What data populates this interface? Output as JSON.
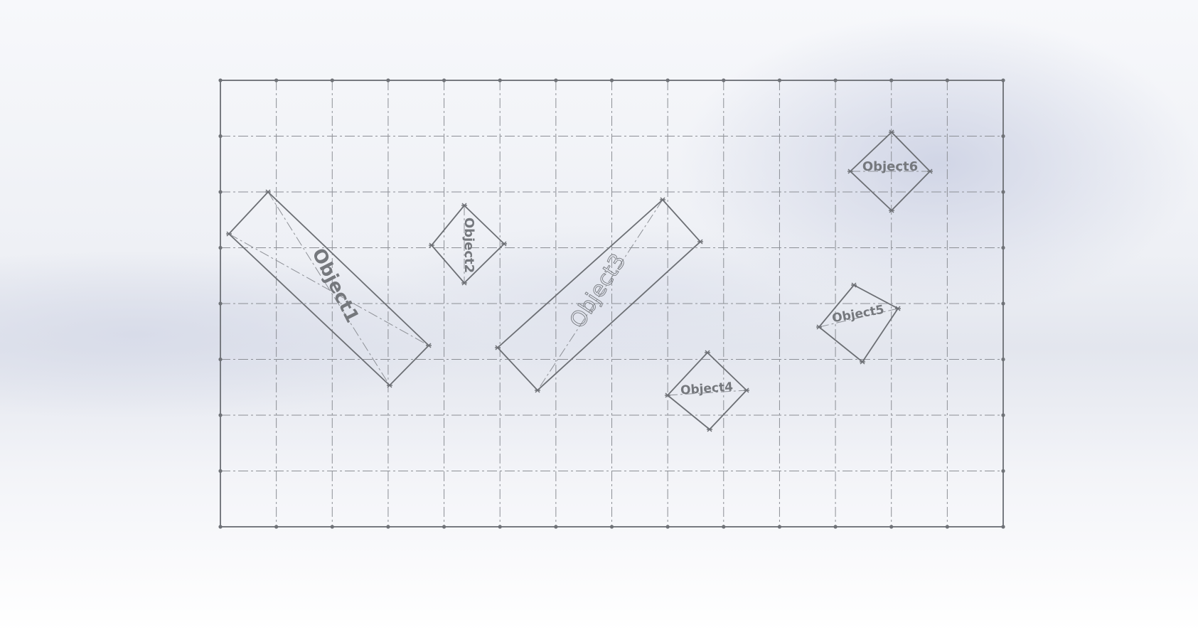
{
  "objects": [
    {
      "label": "Object1"
    },
    {
      "label": "Object2"
    },
    {
      "label": "Object3"
    },
    {
      "label": "Object4"
    },
    {
      "label": "Object5"
    },
    {
      "label": "Object6"
    }
  ]
}
